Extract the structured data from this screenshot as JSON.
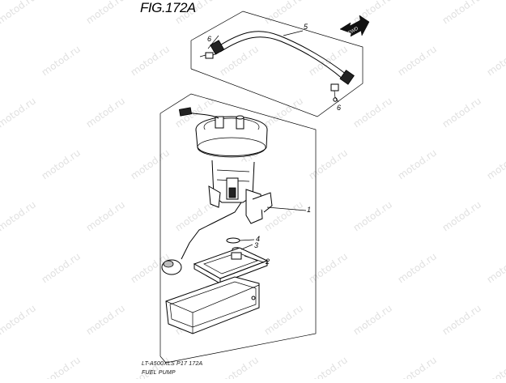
{
  "figure": {
    "title": "FIG.172A",
    "model_code": "LT-A500XLS P17  172A",
    "group_name": "FUEL PUMP"
  },
  "callouts": {
    "c1": "1",
    "c2": "2",
    "c3": "3",
    "c4": "4",
    "c5": "5",
    "c6a": "6",
    "c6b": "6"
  },
  "fwd_label": "FWD",
  "watermark_text": "motod.ru",
  "colors": {
    "line": "#000000",
    "watermark": "#c8c8c8",
    "background": "#ffffff"
  }
}
